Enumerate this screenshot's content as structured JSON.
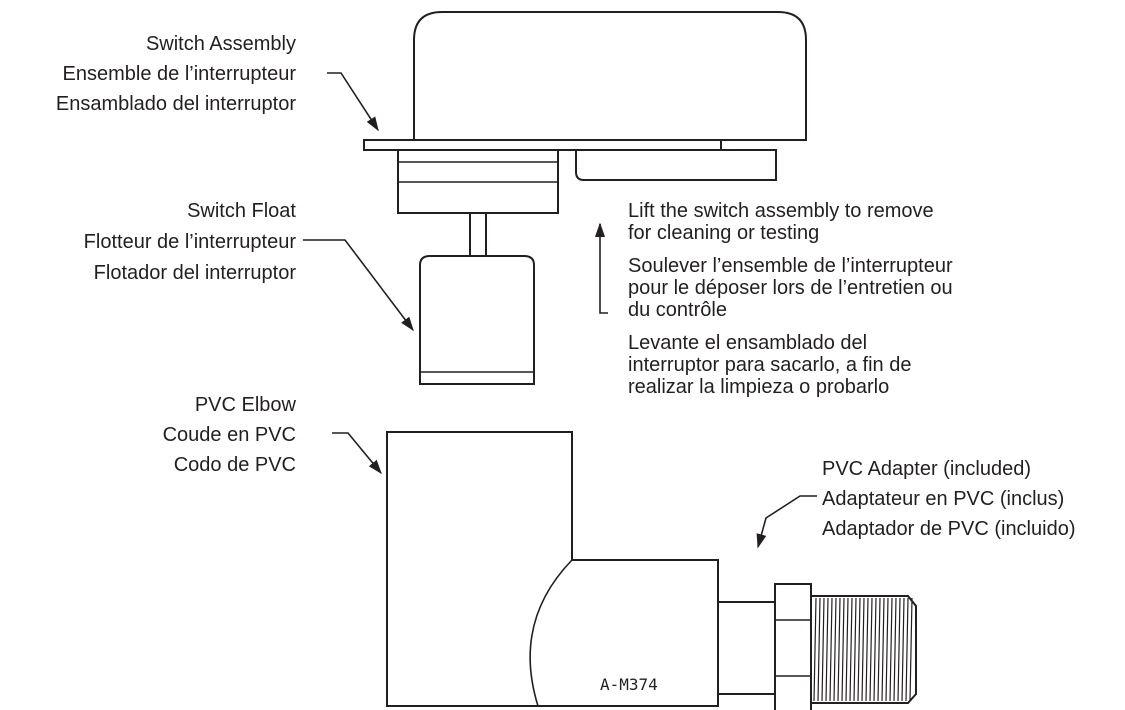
{
  "labels": {
    "switch_assembly": [
      "Switch Assembly",
      "Ensemble de l’interrupteur",
      "Ensamblado del interruptor"
    ],
    "switch_float": [
      "Switch Float",
      "Flotteur de l’interrupteur",
      "Flotador del interruptor"
    ],
    "pvc_elbow": [
      "PVC Elbow",
      "Coude en PVC",
      "Codo de PVC"
    ],
    "pvc_adapter": [
      "PVC Adapter (included)",
      "Adaptateur en PVC (inclus)",
      "Adaptador de PVC (incluido)"
    ]
  },
  "instructions": {
    "en": [
      "Lift the switch assembly to remove",
      "for cleaning or testing"
    ],
    "fr": [
      "Soulever l’ensemble de l’interrupteur",
      "pour le déposer lors de l’entretien ou",
      "du contrôle"
    ],
    "es": [
      "Levante el ensamblado del",
      "interruptor para sacarlo, a fin de",
      "realizar la limpieza o probarlo"
    ]
  },
  "part_code": "A-M374"
}
